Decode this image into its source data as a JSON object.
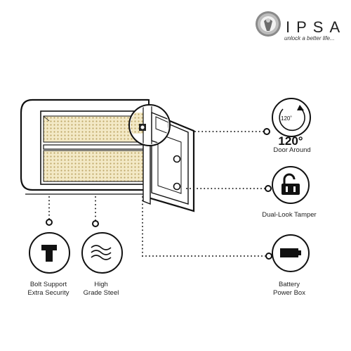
{
  "brand": {
    "name": "IPSA",
    "tagline": "unlock a better life..."
  },
  "features": {
    "rotation": {
      "angle": "120°",
      "label": "Door Around",
      "badge": "120˚"
    },
    "tamper": {
      "label": "Dual-Look Tamper"
    },
    "battery": {
      "line1": "Battery",
      "line2": "Power Box"
    },
    "bolt": {
      "line1": "Bolt Support",
      "line2": "Extra Security"
    },
    "steel": {
      "line1": "High",
      "line2": "Grade Steel"
    }
  },
  "colors": {
    "outline": "#111111",
    "interior_fill": "#f3e9c6",
    "interior_dots": "#bfa86a",
    "dotted_line": "#222222"
  }
}
